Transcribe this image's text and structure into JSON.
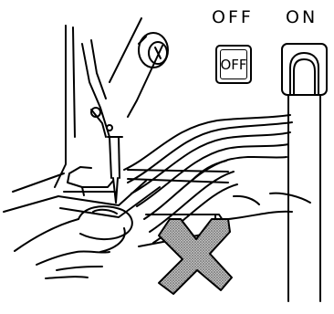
{
  "labels": {
    "off_heading": "OFF",
    "on_heading": "ON",
    "off_button": "OFF"
  },
  "icons": {
    "prohibited_mark": "cross-x-icon",
    "finger": "finger-pressing-icon"
  },
  "colors": {
    "line": "#000000",
    "background": "#ffffff",
    "cross_fill": "#8c8c8c"
  }
}
